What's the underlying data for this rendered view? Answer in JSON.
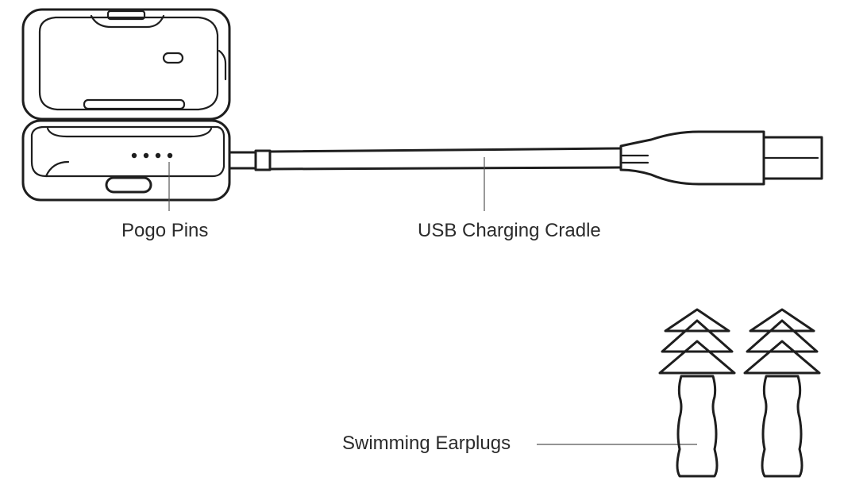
{
  "labels": {
    "pogo_pins": "Pogo Pins",
    "usb_charging_cradle": "USB Charging Cradle",
    "swimming_earplugs": "Swimming Earplugs"
  },
  "colors": {
    "ink": "#1e1e1e",
    "text": "#2b2b2b",
    "background": "#ffffff"
  }
}
